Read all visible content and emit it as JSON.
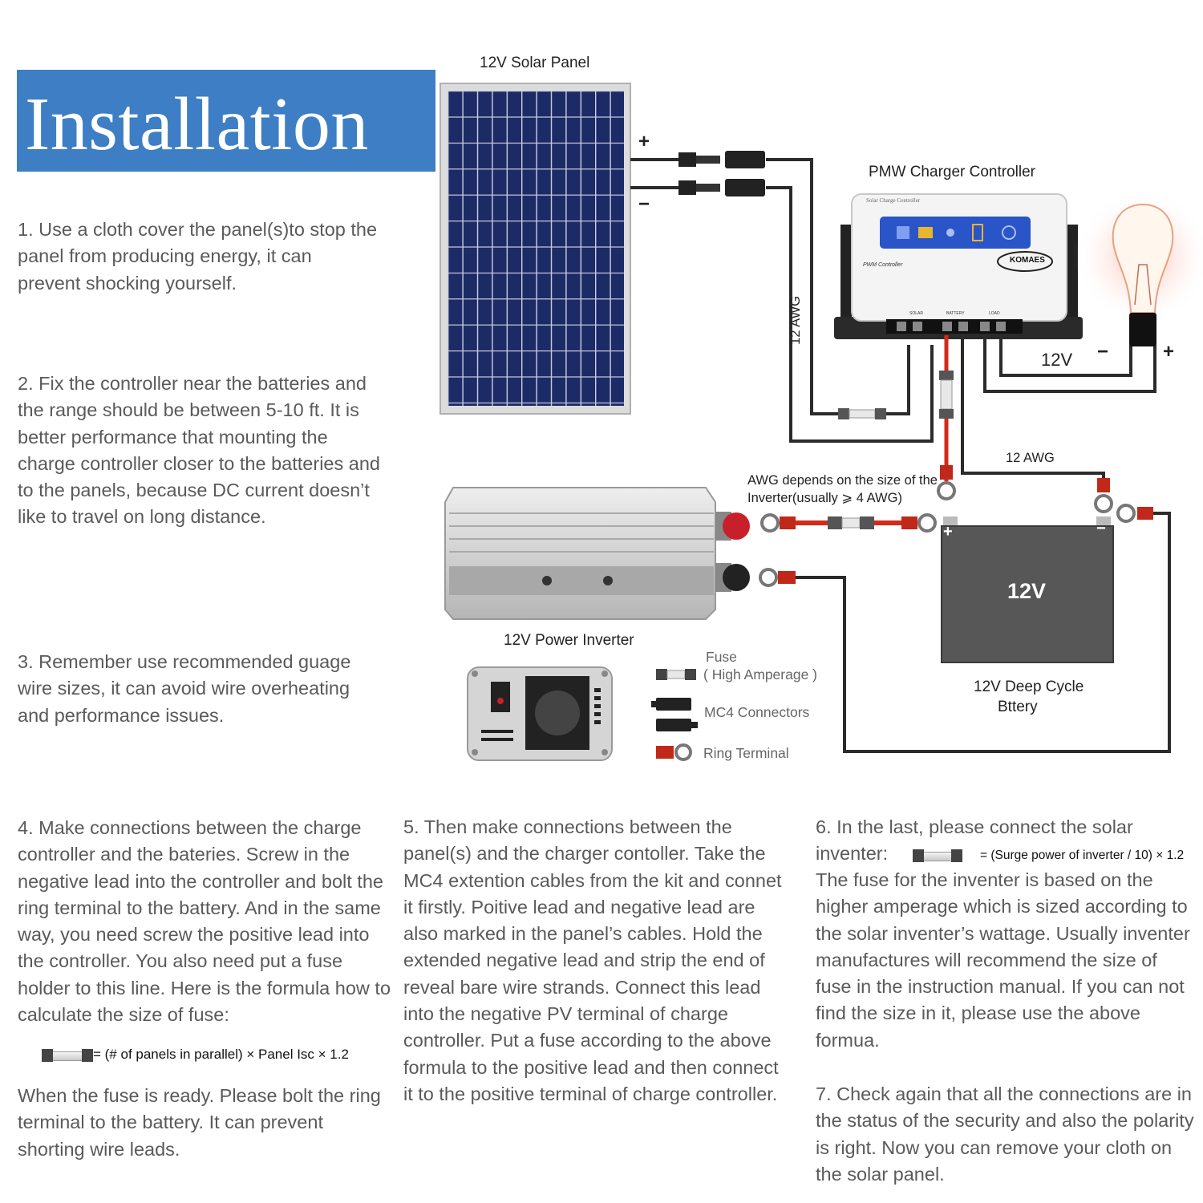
{
  "title": "Installation",
  "steps": {
    "s1": "1. Use a cloth cover the panel(s)to stop the panel from producing energy, it can prevent shocking yourself.",
    "s2": "2. Fix the controller near the batteries and the range should be between 5-10 ft. It is better performance that mounting the charge controller closer to the batteries and to the panels, because DC current doesn’t like to travel on long distance.",
    "s3": "3. Remember use recommended guage wire sizes, it can avoid wire overheating and performance issues.",
    "s4": "4. Make connections between the charge controller and the bateries. Screw in the negative lead into the controller and bolt the ring terminal to the battery. And in the same way, you need screw the positive lead into the controller. You also need put a fuse holder to this line. Here is the formula how to calculate the size of fuse:",
    "s4_formula": "= (# of panels in parallel) × Panel Isc × 1.2",
    "s4_after": "When the fuse is ready. Please bolt the ring terminal to the battery. It can prevent shorting wire leads.",
    "s5": "5. Then make connections between the panel(s) and the charger contoller. Take the MC4 extention cables from the kit and connet it firstly. Poitive lead and negative lead are also marked in the panel’s cables. Hold the extended negative lead and strip the end of reveal bare wire strands. Connect this lead into the negative PV terminal of charge controller. Put a fuse according to the above formula to the positive lead and then connect it to the positive terminal of charge controller.",
    "s6_prefix": "6. In the last, please connect the solar inventer:",
    "s6_formula": "= (Surge power of inverter / 10) × 1.2",
    "s6_body": "The fuse for the inventer is based on the higher amperage which is sized according to the solar inventer’s wattage. Usually inventer manufactures will recommend the size of fuse in the instruction manual. If you can not find the size in it, please use the above formua.",
    "s7": "7. Check again that all the connections are in the status of the security and also the polarity is right. Now you can remove your cloth on the solar panel."
  },
  "diagram": {
    "solar_panel_label": "12V Solar Panel",
    "plus": "+",
    "minus": "−",
    "controller_label": "PMW Charger Controller",
    "controller_brand": "KOMAES",
    "controller_header": "Solar Charge Controller",
    "controller_footer": "PWM Controller",
    "terminal_labels": [
      "SOLAR",
      "BATTERY",
      "LOAD"
    ],
    "awg_vertical": "12 AWG",
    "awg_right": "12 AWG",
    "load_voltage": "12V",
    "awg_note_line1": "AWG depends on the size of the",
    "awg_note_line2": "Inverter(usually ⩾ 4 AWG)",
    "inverter_label": "12V Power Inverter",
    "battery_text": "12V",
    "battery_label_line1": "12V Deep Cycle",
    "battery_label_line2": "Bttery",
    "battery_plus": "+",
    "battery_minus": "−",
    "legend": {
      "fuse_line1": "Fuse",
      "fuse_line2": "( High Amperage )",
      "mc4": "MC4 Connectors",
      "ring": "Ring Terminal"
    }
  },
  "colors": {
    "title_bg": "#3d7ec4",
    "panel_cell": "#1c2b66",
    "battery": "#575757",
    "wire_red": "#d42a1a",
    "controller_display": "#2a55c8"
  }
}
